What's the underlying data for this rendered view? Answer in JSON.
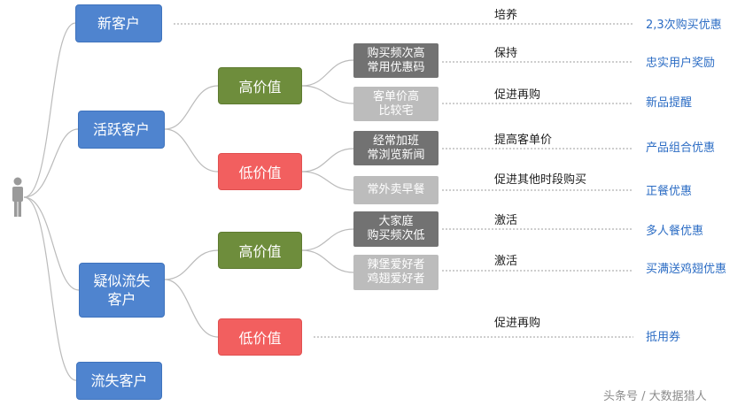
{
  "customers": {
    "new": "新客户",
    "active": "活跃客户",
    "suspected_line1": "疑似流失",
    "suspected_line2": "客户",
    "lost": "流失客户"
  },
  "values": {
    "high": "高价值",
    "low": "低价值"
  },
  "segments": {
    "s1_line1": "购买频次高",
    "s1_line2": "常用优惠码",
    "s2_line1": "客单价高",
    "s2_line2": "比较宅",
    "s3_line1": "经常加班",
    "s3_line2": "常浏览新闻",
    "s4_line1": "常外卖早餐",
    "s5_line1": "大家庭",
    "s5_line2": "购买频次低",
    "s6_line1": "辣堡爱好者",
    "s6_line2": "鸡翅爱好者"
  },
  "actions": {
    "a1": "培养",
    "a2": "保持",
    "a3": "促进再购",
    "a4": "提高客单价",
    "a5": "促进其他时段购买",
    "a6": "激活",
    "a7": "激活",
    "a8": "促进再购"
  },
  "results": {
    "r1": "2,3次购买优惠",
    "r2": "忠实用户奖励",
    "r3": "新品提醒",
    "r4": "产品组合优惠",
    "r5": "正餐优惠",
    "r6": "多人餐优惠",
    "r7": "买满送鸡翅优惠",
    "r8": "抵用券"
  },
  "icons": {
    "person": "person-icon"
  },
  "colors": {
    "customer": "#4f84cf",
    "high_value": "#6e8d3c",
    "low_value": "#f25f5f",
    "segment_dark": "#727272",
    "segment_light": "#bcbcbc",
    "result_text": "#2b6cc4",
    "connector": "#bbbbbb"
  },
  "watermark": "头条号 / 大数据猎人"
}
